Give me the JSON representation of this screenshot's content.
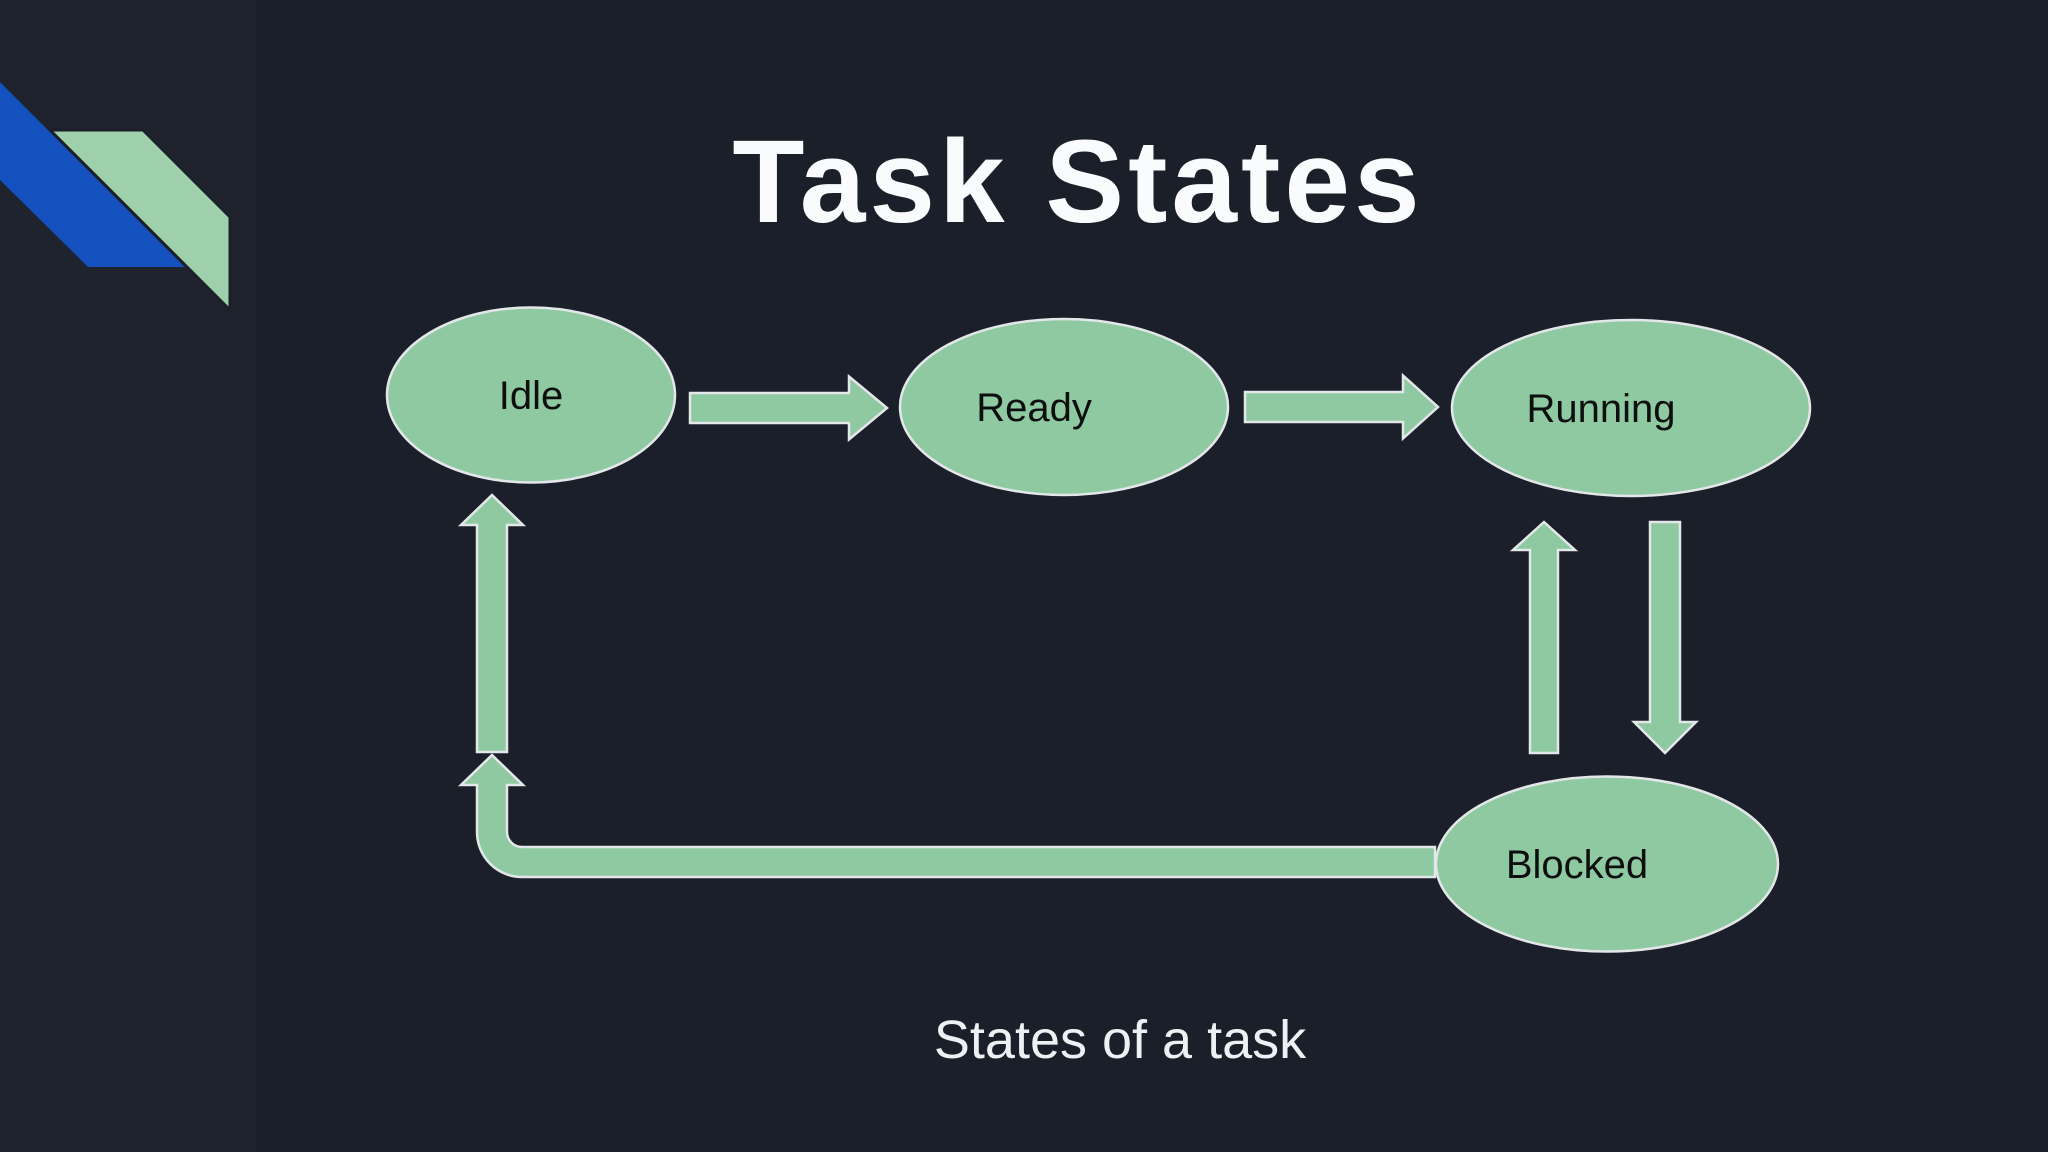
{
  "slide": {
    "title": "Task States",
    "caption": "States of a task"
  },
  "diagram": {
    "type": "state-diagram",
    "states": [
      {
        "id": "idle",
        "label": "Idle"
      },
      {
        "id": "ready",
        "label": "Ready"
      },
      {
        "id": "running",
        "label": "Running"
      },
      {
        "id": "blocked",
        "label": "Blocked"
      }
    ],
    "transitions": [
      {
        "from": "Idle",
        "to": "Ready",
        "style": "horizontal block arrow"
      },
      {
        "from": "Ready",
        "to": "Running",
        "style": "horizontal block arrow"
      },
      {
        "from": "Blocked",
        "to": "Running",
        "style": "vertical block arrow up"
      },
      {
        "from": "Running",
        "to": "Blocked",
        "style": "vertical block arrow down"
      },
      {
        "from": "Blocked",
        "to": "Idle",
        "style": "elbow pipe left then up, two stacked up-arrowheads"
      }
    ]
  },
  "decoration": {
    "corner": "blue and green diagonal ribbons, top-left"
  },
  "colors": {
    "background": "#1a1f2a",
    "leftBand": "#1e232e",
    "shapeGreen": "#8fc9a2",
    "cornerGreen": "#9dd0ab",
    "cornerBlue": "#1450be",
    "shapeStroke": "#e4e7e9",
    "titleText": "#fafbfc",
    "captionText": "#eef1f3",
    "labelText": "#0d0f0e"
  }
}
